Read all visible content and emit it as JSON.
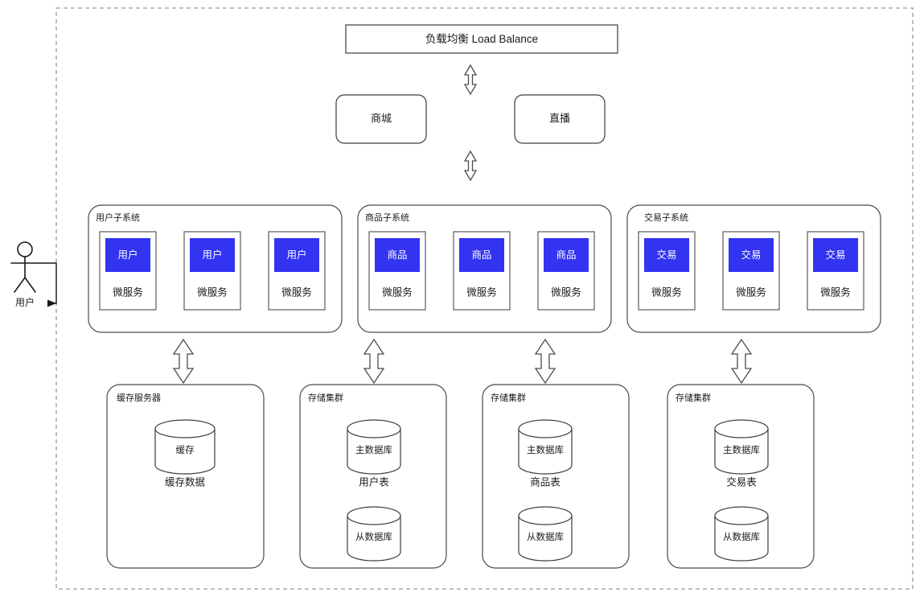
{
  "diagram": {
    "title_text": "负载均衡 Load Balance",
    "accent_blue": "#3333f2",
    "boundary_stroke": "#9a9a9a",
    "shape_stroke": "#3d3d3d"
  },
  "actor": {
    "label": "用户",
    "icon": "stick-figure-actor-icon"
  },
  "load_balancer": {
    "label": "负载均衡 Load Balance"
  },
  "apps": [
    {
      "label": "商城"
    },
    {
      "label": "直播"
    }
  ],
  "subsystems": [
    {
      "group_label": "用户子系统",
      "cards": [
        {
          "top": "用户",
          "bottom": "微服务"
        },
        {
          "top": "用户",
          "bottom": "微服务"
        },
        {
          "top": "用户",
          "bottom": "微服务"
        }
      ]
    },
    {
      "group_label": "商品子系统",
      "cards": [
        {
          "top": "商品",
          "bottom": "微服务"
        },
        {
          "top": "商品",
          "bottom": "微服务"
        },
        {
          "top": "商品",
          "bottom": "微服务"
        }
      ]
    },
    {
      "group_label": "交易子系统",
      "cards": [
        {
          "top": "交易",
          "bottom": "微服务"
        },
        {
          "top": "交易",
          "bottom": "微服务"
        },
        {
          "top": "交易",
          "bottom": "微服务"
        }
      ]
    }
  ],
  "storage": [
    {
      "group_label": "缓存服务器",
      "primary_db": "缓存",
      "table_label": "缓存数据",
      "replica_db": null
    },
    {
      "group_label": "存储集群",
      "primary_db": "主数据库",
      "table_label": "用户表",
      "replica_db": "从数据库"
    },
    {
      "group_label": "存储集群",
      "primary_db": "主数据库",
      "table_label": "商品表",
      "replica_db": "从数据库"
    },
    {
      "group_label": "存储集群",
      "primary_db": "主数据库",
      "table_label": "交易表",
      "replica_db": "从数据库"
    }
  ],
  "connectors": {
    "lb_to_apps": "double-headed-vertical-arrow",
    "apps_to_subsystems": "double-headed-vertical-arrow",
    "subsystem_to_storage": "double-headed-vertical-arrow",
    "actor_to_boundary": "elbow-arrow-right"
  }
}
